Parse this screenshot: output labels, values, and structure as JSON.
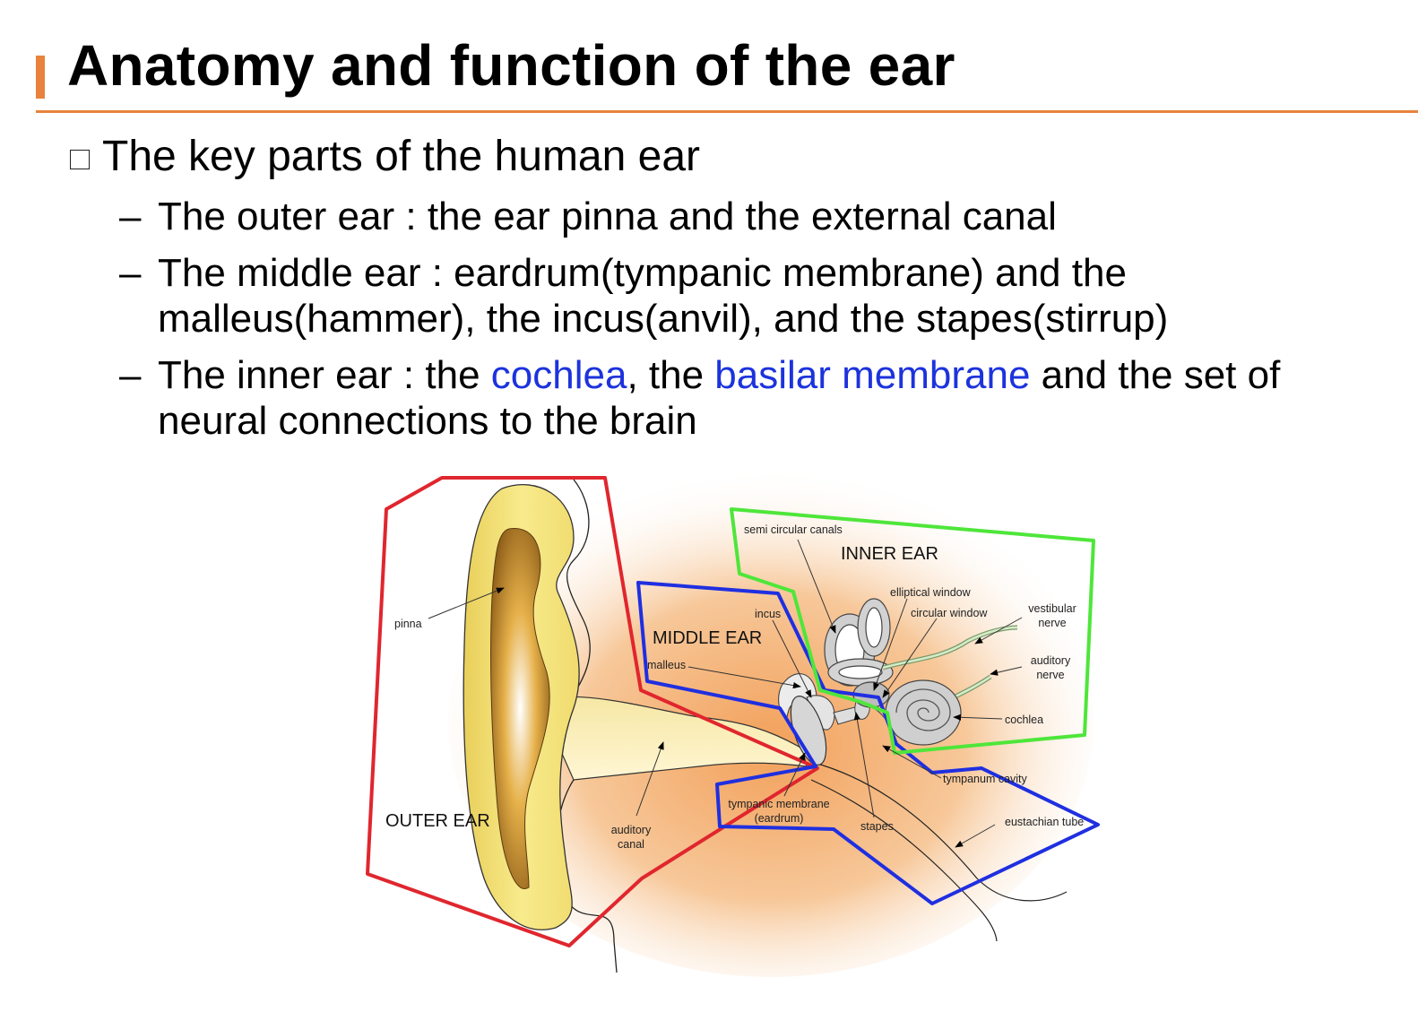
{
  "title": "Anatomy and function of the ear",
  "bullet": "The key parts of the human ear",
  "items": [
    {
      "text": "The outer ear : the ear pinna and the external canal"
    },
    {
      "line1": "The middle ear : eardrum(tympanic membrane) and the",
      "line2": "malleus(hammer), the incus(anvil), and the stapes(stirrup)"
    },
    {
      "p1": "The inner ear : the ",
      "h1": "cochlea",
      "p2": ", the ",
      "h2": "basilar membrane",
      "p3": " and the set of",
      "line2": "neural connections to the brain"
    }
  ],
  "diagram": {
    "regions": {
      "outer": "OUTER EAR",
      "middle": "MIDDLE EAR",
      "inner": "INNER EAR"
    },
    "labels": {
      "pinna": "pinna",
      "auditory_canal_1": "auditory",
      "auditory_canal_2": "canal",
      "malleus": "malleus",
      "incus": "incus",
      "semi_circular_canals": "semi circular canals",
      "elliptical_window": "elliptical window",
      "circular_window": "circular window",
      "vestibular_nerve_1": "vestibular",
      "vestibular_nerve_2": "nerve",
      "auditory_nerve_1": "auditory",
      "auditory_nerve_2": "nerve",
      "cochlea": "cochlea",
      "tympanum_cavity": "tympanum cavity",
      "eustachian_tube": "eustachian tube",
      "stapes": "stapes",
      "tympanic_membrane_1": "tympanic membrane",
      "tympanic_membrane_2": "(eardrum)"
    },
    "colors": {
      "outer": "#e0262e",
      "middle": "#1f2fe0",
      "inner": "#4ee63a",
      "accent": "#e8823c",
      "highlight": "#1c33dc"
    }
  }
}
